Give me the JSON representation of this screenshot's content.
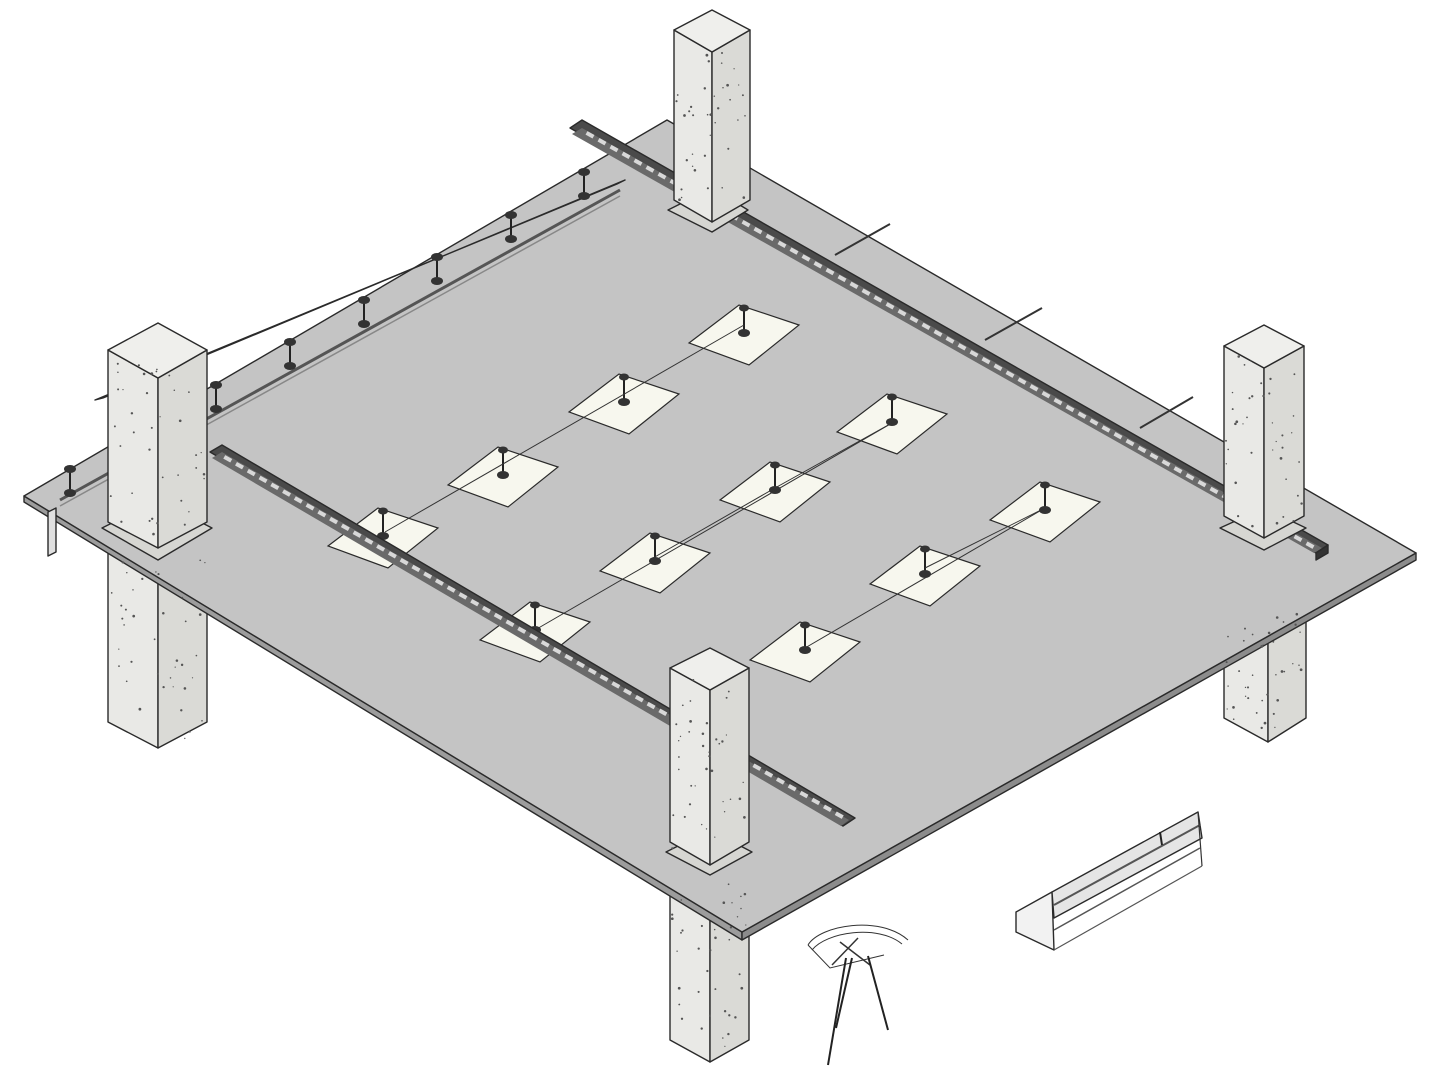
{
  "view": {
    "style": "isometric-3d",
    "background": "#ffffff"
  },
  "colors": {
    "slab_top": "#c4c4c4",
    "slab_edge": "#9c9c9c",
    "column_front": "#e9e9e6",
    "column_side": "#d9d9d6",
    "column_top": "#efefec",
    "panel": "#f7f7ee",
    "tray": "#4a4a4a",
    "tray_rung": "#d8d8d8",
    "line": "#2a2a2a"
  },
  "elements": {
    "slab": "floor-slab",
    "columns": [
      "column-north",
      "column-west",
      "column-east",
      "column-south"
    ],
    "cable_trays": [
      "cable-tray-north",
      "cable-tray-south"
    ],
    "ceiling_panels": 11,
    "loose_parts": [
      "stand-bracket-part",
      "trunking-segment-part"
    ]
  }
}
